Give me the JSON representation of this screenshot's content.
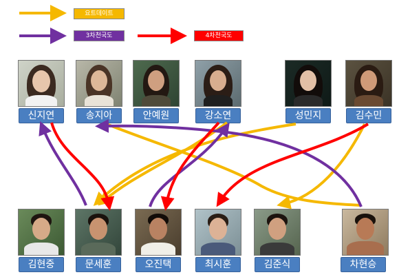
{
  "legend": {
    "short_date": {
      "label": "요트데이트",
      "color": "#f5b800"
    },
    "third_choice": {
      "label": "3차천국도",
      "color": "#7030a0"
    },
    "fourth_choice": {
      "label": "4차천국도",
      "color": "#ff0000"
    }
  },
  "women": [
    {
      "name": "신지연"
    },
    {
      "name": "송지아"
    },
    {
      "name": "안예원"
    },
    {
      "name": "강소연"
    },
    {
      "name": "성민지"
    },
    {
      "name": "김수민"
    }
  ],
  "men": [
    {
      "name": "김현중"
    },
    {
      "name": "문세훈"
    },
    {
      "name": "오진택"
    },
    {
      "name": "최시훈"
    },
    {
      "name": "김준식"
    },
    {
      "name": "차현승"
    }
  ]
}
